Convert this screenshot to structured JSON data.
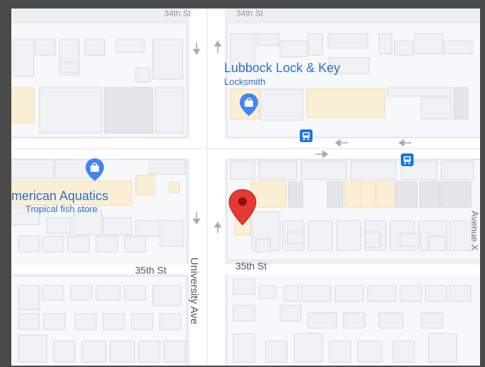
{
  "map": {
    "places": [
      {
        "name": "Lubbock Lock & Key",
        "category": "Locksmith",
        "icon": "shopping-bag-pin-icon"
      },
      {
        "name": "merican Aquatics",
        "category": "Tropical fish store",
        "icon": "shopping-bag-pin-icon"
      }
    ],
    "streets": {
      "horizontal_left": "35th St",
      "horizontal_right": "35th St",
      "vertical_main": "University Ave",
      "vertical_right": "Avenue X",
      "top_left": "34th St",
      "top_right": "34th St"
    },
    "transit_icons": [
      "bus-stop-icon",
      "bus-stop-icon"
    ],
    "marker": {
      "icon": "red-location-pin-icon",
      "color": "#e53935"
    },
    "colors": {
      "poi_text": "#2f6fce",
      "building": "#fbf0d6",
      "block": "#f7f8fa",
      "road": "#ffffff"
    }
  }
}
